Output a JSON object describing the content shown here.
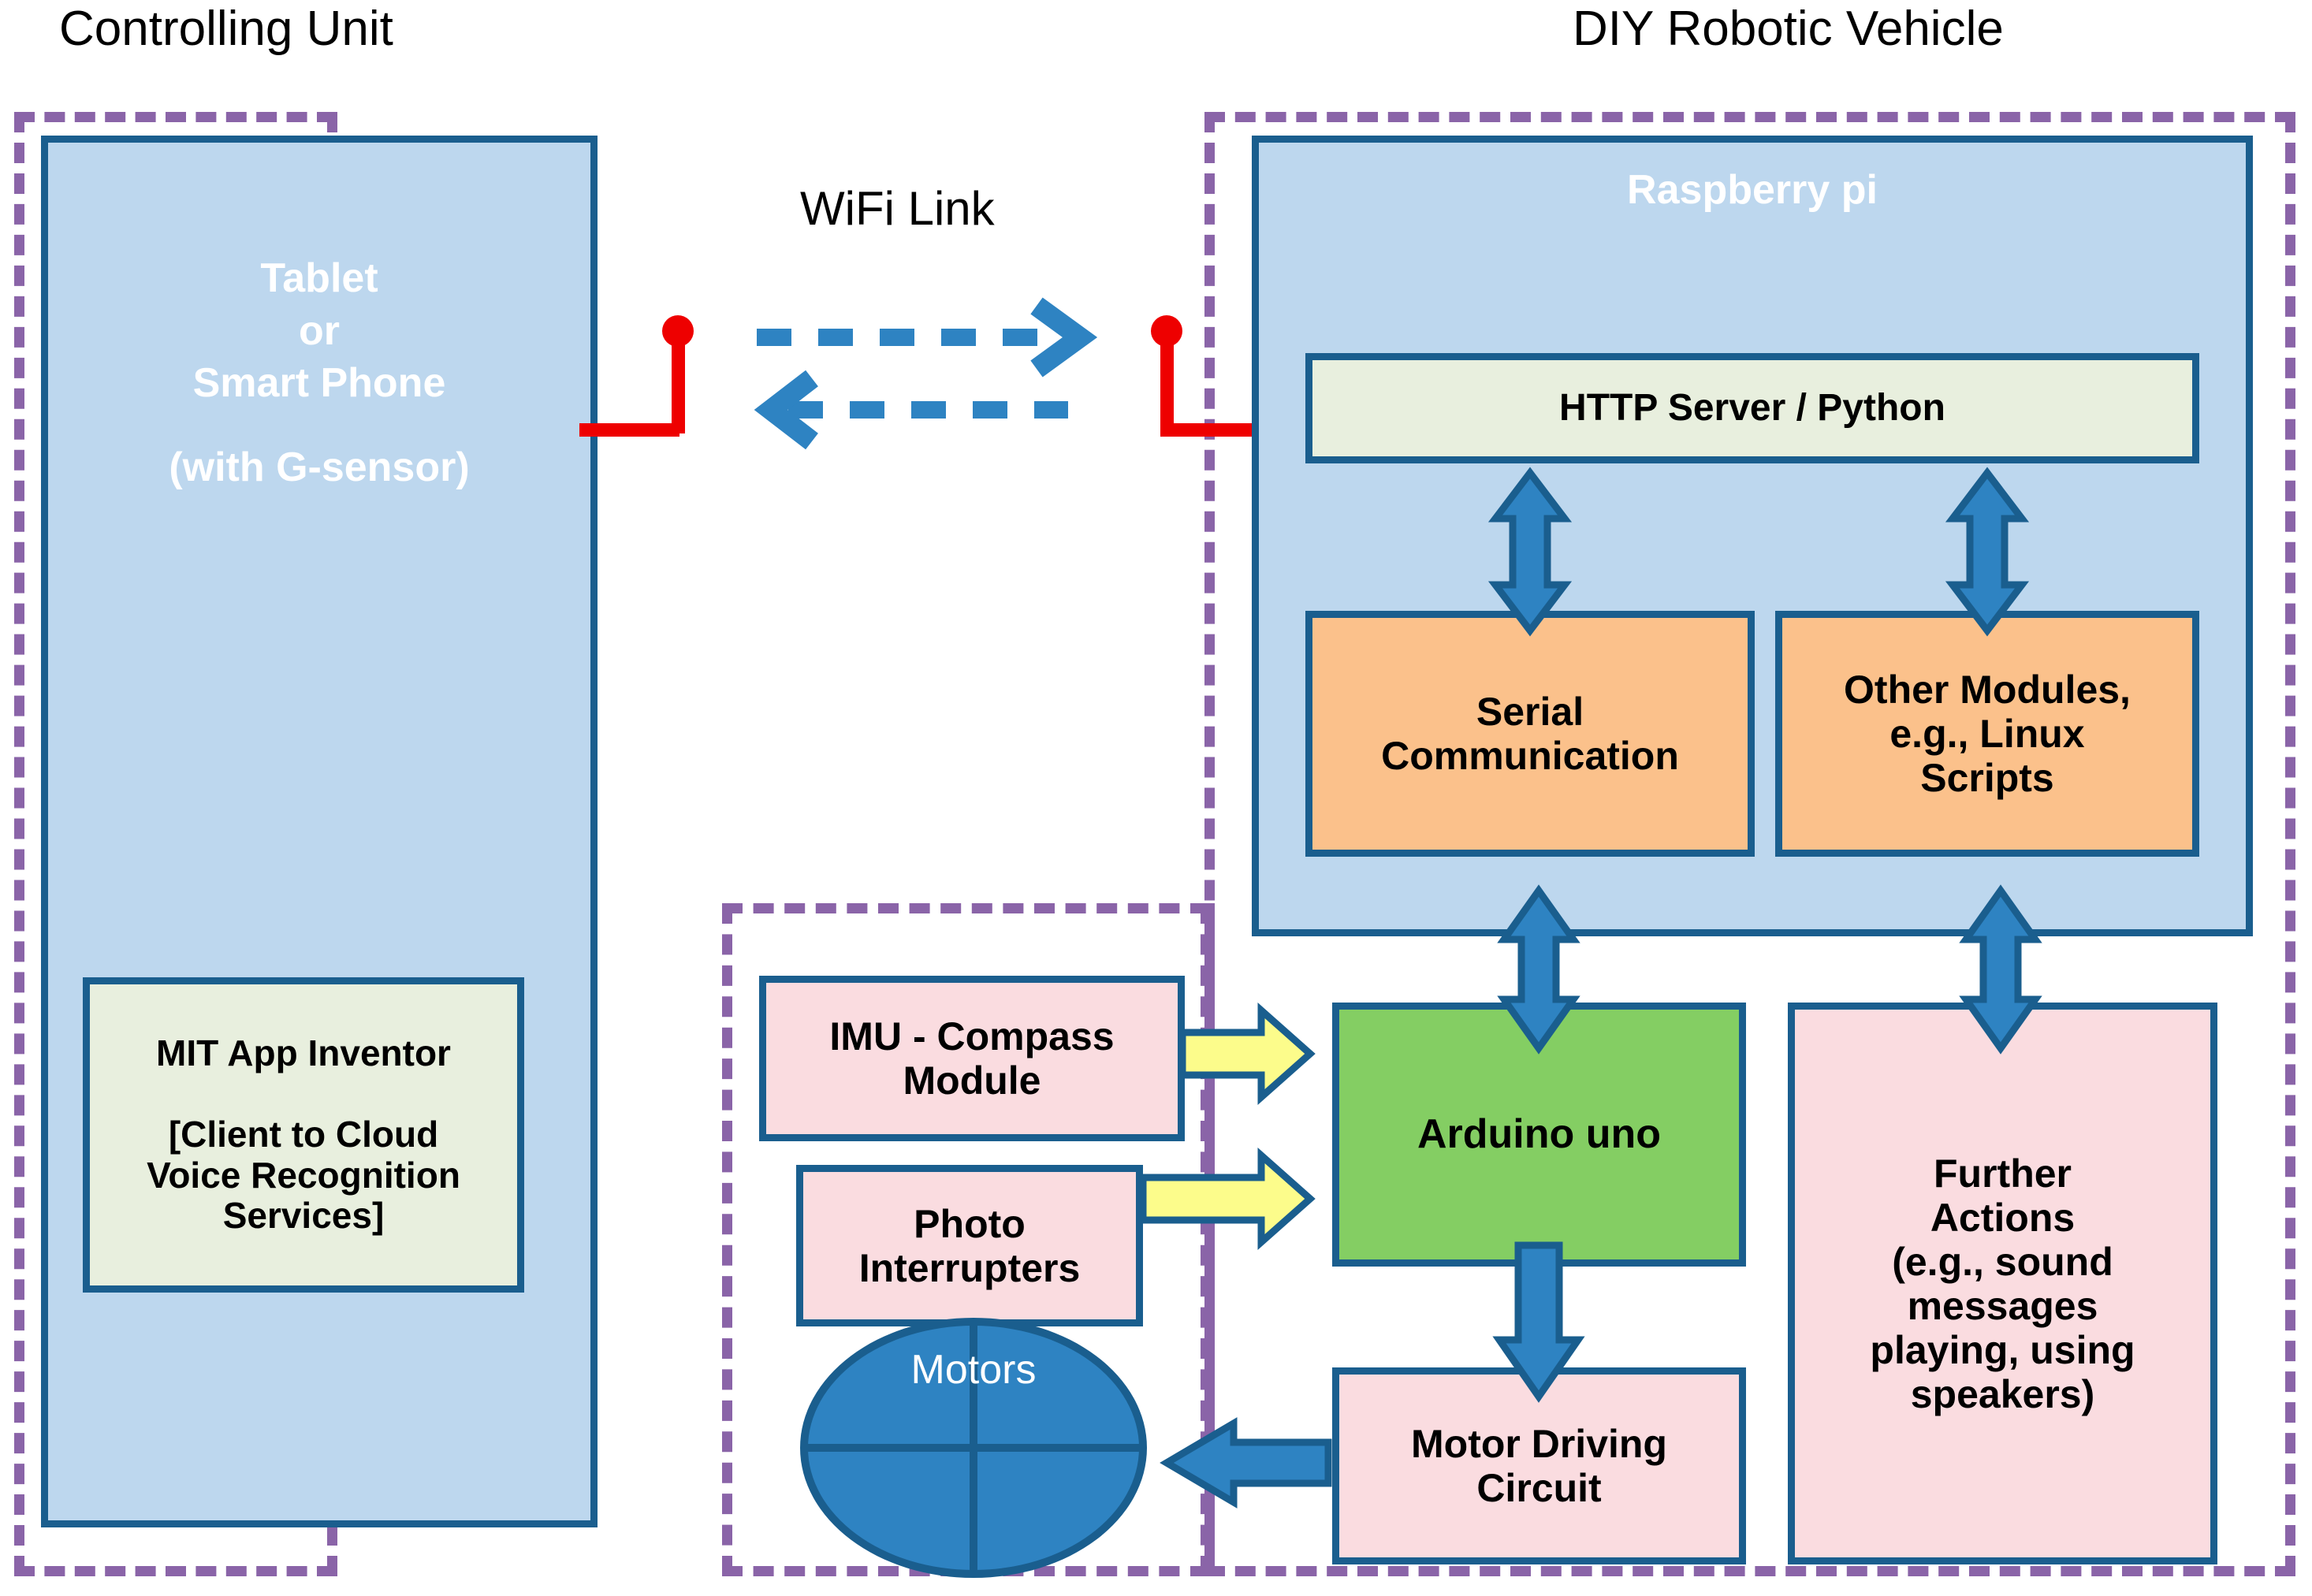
{
  "titles": {
    "left_group": "Controlling Unit",
    "right_group": "DIY Robotic Vehicle"
  },
  "link": {
    "label": "WiFi Link",
    "uplink_direction": "right",
    "downlink_direction": "left",
    "line_style": "dashed",
    "color": "#2E83C2"
  },
  "controlling_unit": {
    "device": {
      "line1": "Tablet",
      "line2": "or",
      "line3": "Smart Phone",
      "line4": "(with G-sensor)"
    },
    "app": {
      "line1": "MIT App Inventor",
      "line2": "[Client to Cloud",
      "line3": "Voice Recognition",
      "line4": "Services]"
    }
  },
  "vehicle": {
    "raspberry_pi": {
      "label": "Raspberry pi",
      "http_server": "HTTP Server / Python",
      "serial": "Serial\nCommunication",
      "serial_line1": "Serial",
      "serial_line2": "Communication",
      "other_modules_line1": "Other Modules,",
      "other_modules_line2": "e.g., Linux",
      "other_modules_line3": "Scripts"
    },
    "arduino": "Arduino uno",
    "motor_driver_line1": "Motor Driving",
    "motor_driver_line2": "Circuit",
    "further_actions_line1": "Further",
    "further_actions_line2": "Actions",
    "further_actions_line3": "(e.g., sound",
    "further_actions_line4": "messages",
    "further_actions_line5": "playing, using",
    "further_actions_line6": "speakers)"
  },
  "peripherals": {
    "imu_line1": "IMU - Compass",
    "imu_line2": "Module",
    "photo_line1": "Photo",
    "photo_line2": "Interrupters",
    "motors": "Motors"
  },
  "colors": {
    "border_blue": "#1A5E8E",
    "fill_light_blue": "#BDD7EE",
    "fill_green": "#E8EFDE",
    "fill_orange": "#FBC18B",
    "fill_pink": "#FADCE0",
    "fill_lime": "#84CE63",
    "dashed_purple": "#8A64A8",
    "antenna_red": "#EE0000",
    "arrow_blue": "#2E83C2",
    "arrow_yellow": "#FCFC8B",
    "motors_blue": "#2E83C2"
  }
}
